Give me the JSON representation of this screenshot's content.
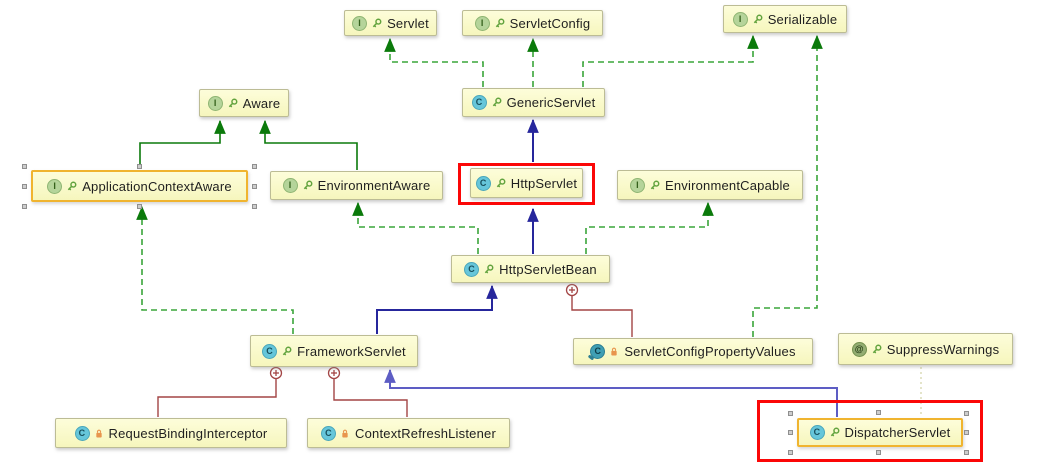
{
  "diagram": {
    "tool": "uml-class-diagram",
    "icon_glyphs": {
      "interface": "I",
      "class": "C",
      "inner_class": "C",
      "annotation": "@"
    },
    "colors": {
      "background": "#ffffff",
      "node_fill": "#fafac8",
      "node_border": "#bcbc95",
      "selection_border": "#f0b42f",
      "highlight_border": "#fb0707",
      "extends_interface_edge": "#0b7a0b",
      "implements_edge": "#3aa53a",
      "extends_class_edge": "#26269c",
      "extends_class_selected_edge": "#6464cc",
      "inner_class_edge": "#a34545",
      "annotation_edge": "#dedebc"
    },
    "nodes": {
      "servlet": {
        "label": "Servlet",
        "kind": "interface",
        "visibility": "public"
      },
      "servlet_config": {
        "label": "ServletConfig",
        "kind": "interface",
        "visibility": "public"
      },
      "serializable": {
        "label": "Serializable",
        "kind": "interface",
        "visibility": "public"
      },
      "aware": {
        "label": "Aware",
        "kind": "interface",
        "visibility": "public"
      },
      "application_context_aware": {
        "label": "ApplicationContextAware",
        "kind": "interface",
        "visibility": "public",
        "selected": true
      },
      "environment_aware": {
        "label": "EnvironmentAware",
        "kind": "interface",
        "visibility": "public"
      },
      "http_servlet": {
        "label": "HttpServlet",
        "kind": "class",
        "visibility": "public",
        "highlighted": true
      },
      "environment_capable": {
        "label": "EnvironmentCapable",
        "kind": "interface",
        "visibility": "public"
      },
      "http_servlet_bean": {
        "label": "HttpServletBean",
        "kind": "class",
        "visibility": "public"
      },
      "framework_servlet": {
        "label": "FrameworkServlet",
        "kind": "class",
        "visibility": "public"
      },
      "servlet_config_property_values": {
        "label": "ServletConfigPropertyValues",
        "kind": "inner_class",
        "visibility": "private"
      },
      "suppress_warnings": {
        "label": "SuppressWarnings",
        "kind": "annotation",
        "visibility": "public"
      },
      "request_binding_interceptor": {
        "label": "RequestBindingInterceptor",
        "kind": "class",
        "visibility": "private"
      },
      "context_refresh_listener": {
        "label": "ContextRefreshListener",
        "kind": "class",
        "visibility": "private"
      },
      "dispatcher_servlet": {
        "label": "DispatcherServlet",
        "kind": "class",
        "visibility": "public",
        "selected": true,
        "highlighted": true
      }
    },
    "edges": [
      {
        "from": "application_context_aware",
        "to": "aware",
        "relation": "extends-interface"
      },
      {
        "from": "environment_aware",
        "to": "aware",
        "relation": "extends-interface"
      },
      {
        "from": "generic_servlet",
        "to": "servlet",
        "relation": "implements"
      },
      {
        "from": "generic_servlet",
        "to": "servlet_config",
        "relation": "implements"
      },
      {
        "from": "generic_servlet",
        "to": "serializable",
        "relation": "implements"
      },
      {
        "from": "http_servlet",
        "to": "generic_servlet",
        "relation": "extends"
      },
      {
        "from": "http_servlet_bean",
        "to": "http_servlet",
        "relation": "extends"
      },
      {
        "from": "http_servlet_bean",
        "to": "environment_aware",
        "relation": "implements"
      },
      {
        "from": "http_servlet_bean",
        "to": "environment_capable",
        "relation": "implements"
      },
      {
        "from": "framework_servlet",
        "to": "http_servlet_bean",
        "relation": "extends"
      },
      {
        "from": "framework_servlet",
        "to": "application_context_aware",
        "relation": "implements"
      },
      {
        "from": "servlet_config_property_values",
        "to": "serializable",
        "relation": "implements"
      },
      {
        "from": "servlet_config_property_values",
        "to": "http_servlet_bean",
        "relation": "inner-class-of"
      },
      {
        "from": "request_binding_interceptor",
        "to": "framework_servlet",
        "relation": "inner-class-of"
      },
      {
        "from": "context_refresh_listener",
        "to": "framework_servlet",
        "relation": "inner-class-of"
      },
      {
        "from": "dispatcher_servlet",
        "to": "framework_servlet",
        "relation": "extends"
      },
      {
        "from": "dispatcher_servlet",
        "to": "suppress_warnings",
        "relation": "annotated-with"
      }
    ],
    "generic_servlet_label": "GenericServlet"
  }
}
